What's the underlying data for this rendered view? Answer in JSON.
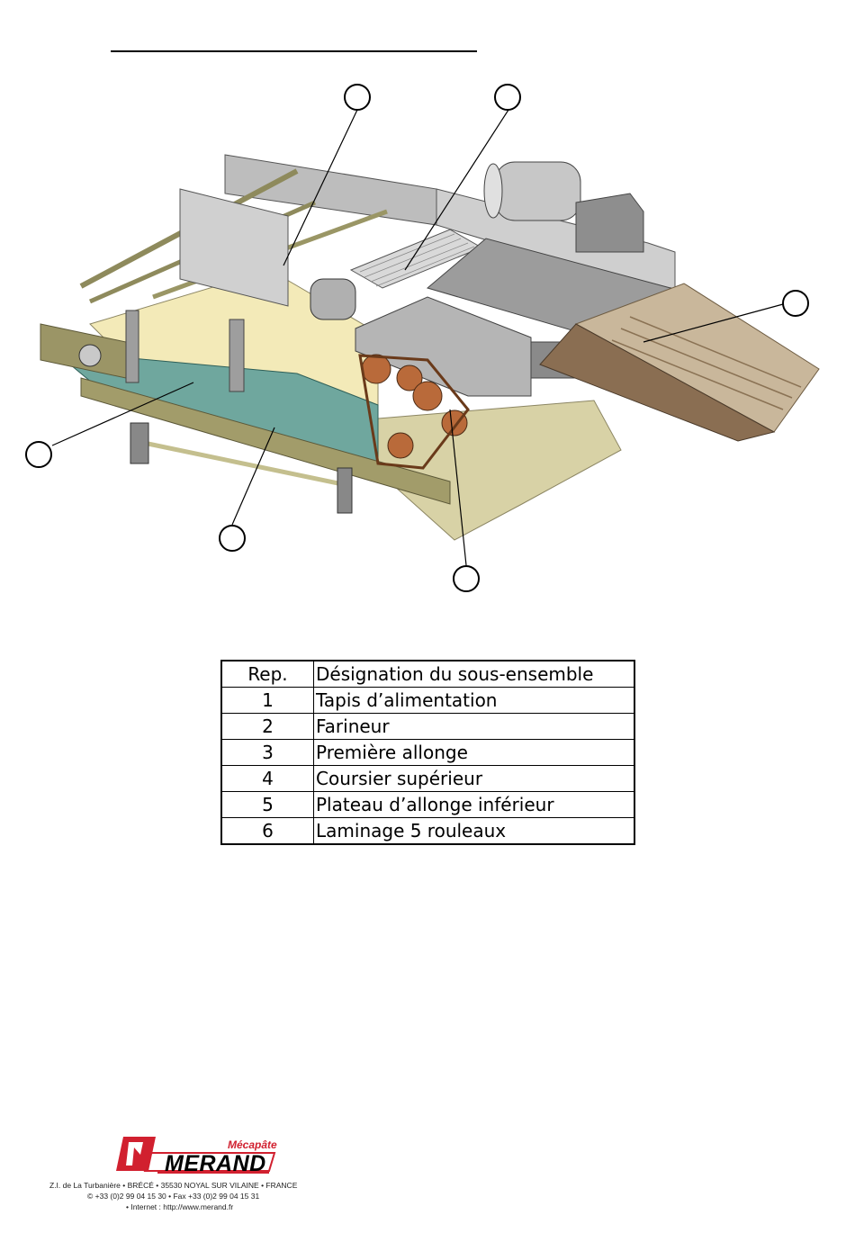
{
  "parts_table": {
    "header": {
      "rep": "Rep.",
      "designation": "Désignation du sous-ensemble"
    },
    "rows": [
      {
        "rep": "1",
        "designation": "Tapis d’alimentation"
      },
      {
        "rep": "2",
        "designation": "Farineur"
      },
      {
        "rep": "3",
        "designation": "Première allonge"
      },
      {
        "rep": "4",
        "designation": "Coursier supérieur"
      },
      {
        "rep": "5",
        "designation": "Plateau d’allonge inférieur"
      },
      {
        "rep": "6",
        "designation": "Laminage 5 rouleaux"
      }
    ]
  },
  "footer": {
    "brand_tagline": "Mécapâte",
    "brand_name": "MERAND",
    "address": "Z.I. de La Turbanière • BRÉCÉ • 35530 NOYAL SUR VILAINE • FRANCE",
    "phone_fax": "© +33 (0)2 99 04 15 30 • Fax +33 (0)2 99 04 15 31",
    "internet": "• Internet : http://www.merand.fr"
  },
  "colors": {
    "logo_red": "#d1202f",
    "machine_gray": "#a8a8a8",
    "base_tan": "#cfc79a",
    "frame_olive": "#a29c6a",
    "teal_panel": "#6fa79e",
    "gear_copper": "#b96a3a"
  }
}
